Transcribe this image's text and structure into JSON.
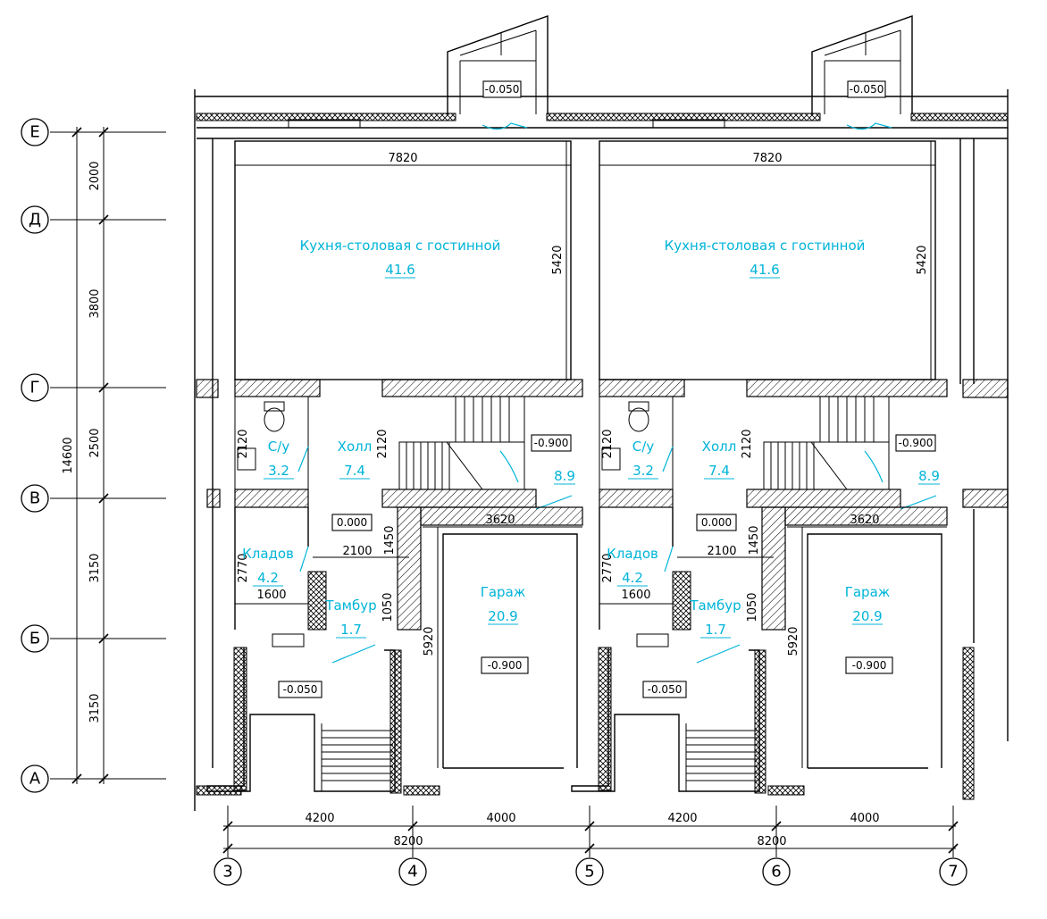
{
  "axes": {
    "rows": [
      "Е",
      "Д",
      "Г",
      "В",
      "Б",
      "А"
    ],
    "cols": [
      "3",
      "4",
      "5",
      "6",
      "7"
    ]
  },
  "left_dims": {
    "total": "14600",
    "segments": [
      "2000",
      "3800",
      "2500",
      "3150",
      "3150"
    ]
  },
  "bottom_dims": {
    "row1": [
      "4200",
      "4000",
      "4200",
      "4000"
    ],
    "row2": [
      "8200",
      "8200"
    ]
  },
  "units": [
    {
      "kitchen": {
        "name": "Кухня-столовая с гостинной",
        "area": "41.6"
      },
      "kitchen_width": "7820",
      "kitchen_depth": "5420",
      "wc": {
        "name": "С/у",
        "area": "3.2"
      },
      "wc_dim": "2120",
      "hall": {
        "name": "Холл",
        "area": "7.4"
      },
      "hall_dim": "2120",
      "stair_area": "8.9",
      "storage": {
        "name": "Кладов",
        "area": "4.2"
      },
      "storage_dim1": "2770",
      "storage_dim2": "2100",
      "storage_dim3": "1450",
      "vestibule": {
        "name": "Тамбур",
        "area": "1.7"
      },
      "vestibule_dim1": "1600",
      "vestibule_dim2": "1050",
      "garage": {
        "name": "Гараж",
        "area": "20.9"
      },
      "garage_width": "3620",
      "garage_depth": "5920",
      "levels": {
        "top_porch": "-0.050",
        "stair": "-0.900",
        "hall": "0.000",
        "entry_porch": "-0.050",
        "garage": "-0.900"
      }
    },
    {
      "kitchen": {
        "name": "Кухня-столовая с гостинной",
        "area": "41.6"
      },
      "kitchen_width": "7820",
      "kitchen_depth": "5420",
      "wc": {
        "name": "С/у",
        "area": "3.2"
      },
      "wc_dim": "2120",
      "hall": {
        "name": "Холл",
        "area": "7.4"
      },
      "hall_dim": "2120",
      "stair_area": "8.9",
      "storage": {
        "name": "Кладов",
        "area": "4.2"
      },
      "storage_dim1": "2770",
      "storage_dim2": "2100",
      "storage_dim3": "1450",
      "vestibule": {
        "name": "Тамбур",
        "area": "1.7"
      },
      "vestibule_dim1": "1600",
      "vestibule_dim2": "1050",
      "garage": {
        "name": "Гараж",
        "area": "20.9"
      },
      "garage_width": "3620",
      "garage_depth": "5920",
      "levels": {
        "top_porch": "-0.050",
        "stair": "-0.900",
        "hall": "0.000",
        "entry_porch": "-0.050",
        "garage": "-0.900"
      }
    }
  ]
}
